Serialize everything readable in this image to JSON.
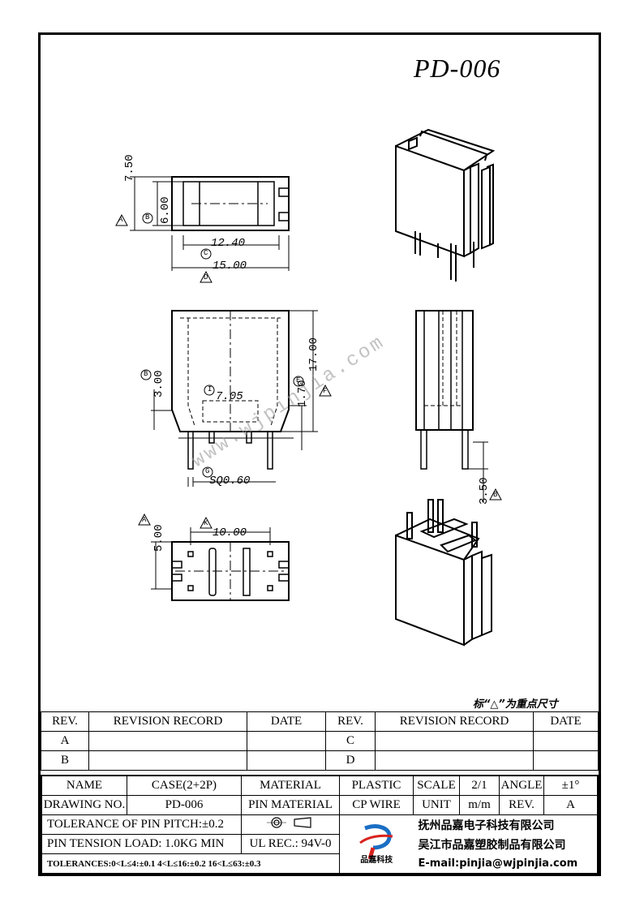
{
  "title": "PD-006",
  "dims": {
    "d750": "7.50",
    "d600": "6.00",
    "d1240": "12.40",
    "d1500": "15.00",
    "d300": "3.00",
    "d705": "7.05",
    "d170": "1.70",
    "d1700": "17.00",
    "sq060": "SQ0.60",
    "d350": "3.50",
    "d500": "5.00",
    "d1000": "10.00"
  },
  "markers": {
    "A": "A",
    "B": "B",
    "C": "C",
    "D": "D",
    "E": "E",
    "F": "F",
    "G": "G",
    "I": "I",
    "K": "K"
  },
  "watermark": "www.wjpinjia.com",
  "legend_note": "标“△”为重点尺寸",
  "revision": {
    "headers": [
      "REV.",
      "REVISION RECORD",
      "DATE",
      "REV.",
      "REVISION RECORD",
      "DATE"
    ],
    "rows": [
      [
        "A",
        "",
        "",
        "C",
        "",
        ""
      ],
      [
        "B",
        "",
        "",
        "D",
        "",
        ""
      ]
    ]
  },
  "spec": {
    "name_label": "NAME",
    "name_value": "CASE(2+2P)",
    "material_label": "MATERIAL",
    "material_value": "PLASTIC",
    "scale_label": "SCALE",
    "scale_value": "2/1",
    "angle_label": "ANGLE",
    "angle_value": "±1°",
    "drawing_no_label": "DRAWING NO.",
    "drawing_no_value": "PD-006",
    "pin_material_label": "PIN MATERIAL",
    "pin_material_value": "CP WIRE",
    "unit_label": "UNIT",
    "unit_value": "m/m",
    "rev_label": "REV.",
    "rev_value": "A",
    "tolerance_pitch": "TOLERANCE OF PIN PITCH:±0.2",
    "pin_tension": "PIN TENSION LOAD: 1.0KG  MIN",
    "ul_rec": "UL REC.: 94V-0",
    "tolerances": "TOLERANCES:0<L≤4:±0.1 4<L≤16:±0.2 16<L≤63:±0.3",
    "logo_text": "品嘉科技",
    "company_1": "抚州品嘉电子科技有限公司",
    "company_2": "吴江市品嘉塑胶制品有限公司",
    "email": "E-mail:pinjia@wjpinjia.com"
  }
}
